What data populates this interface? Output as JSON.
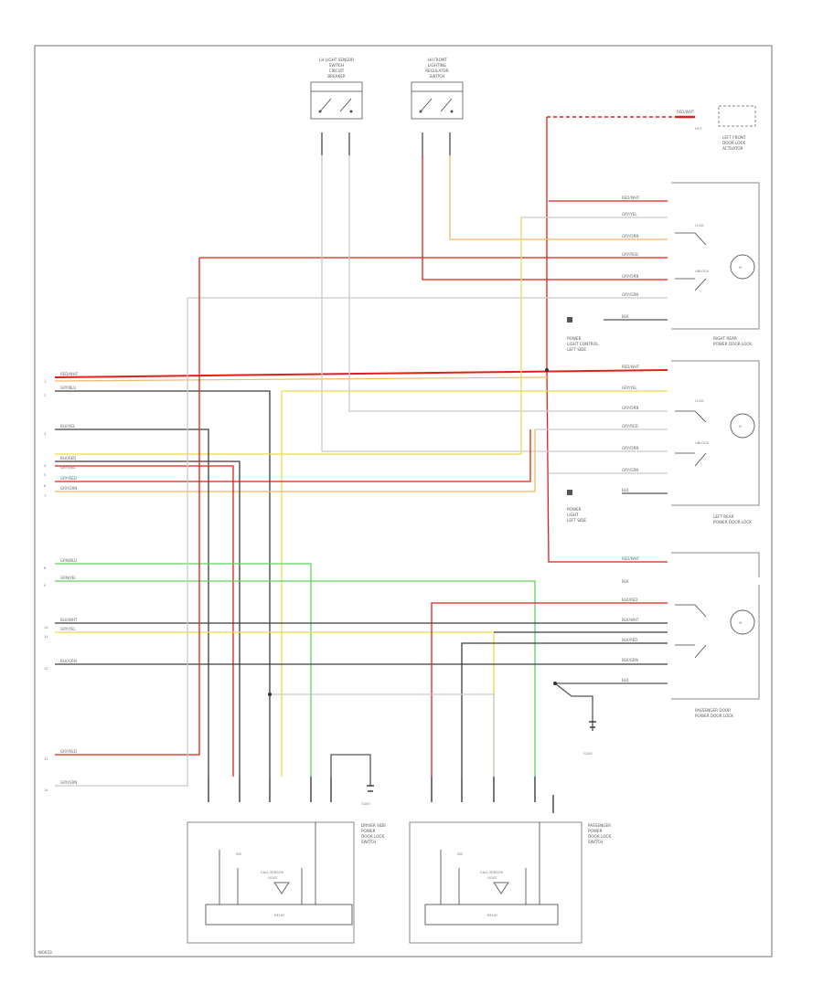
{
  "colors": {
    "red": "#e0201b",
    "pink": "#f29a9a",
    "yellow": "#eedb4a",
    "orange": "#f2b866",
    "green": "#5fd25f",
    "gray": "#3c3c3c",
    "white_wire": "#c9c9c9",
    "light_gray": "#bdbdbd",
    "frame": "#777777"
  },
  "components": {
    "left_door_switch": {
      "lines": [
        "LH LIGHT SENSOR",
        "SWITCH",
        "CIRCUIT",
        "BREAKER"
      ]
    },
    "right_door_switch": {
      "lines": [
        "LH FRONT",
        "LIGHTING",
        "REGULATOR",
        "SWITCH"
      ]
    },
    "fuse_box": {
      "lines": [
        "LEFT FRONT",
        "DOOR LOCK",
        "ACTUATOR"
      ],
      "tag": "HOT"
    },
    "right_rear_actuator": {
      "lines": [
        "RIGHT REAR",
        "POWER DOOR LOCK"
      ]
    },
    "lr_bottom_lines": [
      "POWER",
      "LIGHT CONTROL",
      "LEFT SIDE"
    ],
    "left_rear_actuator": {
      "lines": [
        "LEFT REAR",
        "POWER DOOR LOCK"
      ]
    },
    "lr2_bottom_lines": [
      "POWER",
      "LIGHT",
      "LEFT SIDE"
    ],
    "passenger_actuator": {
      "lines": [
        "PASSENGER DOOR",
        "POWER DOOR LOCK"
      ]
    },
    "ground_label": "G200",
    "left_module_ground": "G300",
    "left_module": {
      "side_lines": [
        "DRIVER SIDE",
        "POWER",
        "DOOR LOCK",
        "SWITCH"
      ],
      "relay": "RELAY",
      "inner": "SW",
      "center_lines": [
        "CALL SENSOR",
        "LIGHT"
      ]
    },
    "right_module": {
      "side_lines": [
        "PASSENGER",
        "POWER",
        "DOOR LOCK",
        "SWITCH"
      ],
      "relay": "RELAY",
      "inner": "SW",
      "center_lines": [
        "CALL SENSOR",
        "LIGHT"
      ]
    }
  },
  "wire_labels": {
    "rr_top": [
      "RED/WHT",
      "GRY/YEL",
      "GRY/ORN",
      "GRY/RED",
      "GRY/ORN",
      "GRY/GRN",
      "BLK"
    ],
    "lr": [
      "RED/WHT",
      "GRY/YEL",
      "GRY/ORN",
      "GRY/RED",
      "GRY/ORN",
      "GRY/GRN",
      "BLK"
    ],
    "pass": [
      "RED/WHT",
      "BLK",
      "BLK/RED",
      "BLK/WHT",
      "BLK/RED",
      "BLK/GRN",
      "BLK"
    ],
    "left": [
      "RED/WHT",
      "GRY/BLU",
      "BLK/YEL",
      "BLK/RED",
      "GRY/YEL",
      "GRY/RED",
      "GRY/GRN",
      "GRN/BLU",
      "GRN/YEL",
      "BLK/WHT",
      "GRY/YEL",
      "BLK/GRN",
      "GRY/RED",
      "GRY/GRN"
    ],
    "hot_wire": "RED/WHT"
  },
  "pin_numbers": {
    "left": [
      "1",
      "2",
      "3",
      "4",
      "5",
      "6",
      "7",
      "8",
      "9",
      "10",
      "11",
      "12",
      "13",
      "14"
    ]
  },
  "footer_code": "W0023"
}
